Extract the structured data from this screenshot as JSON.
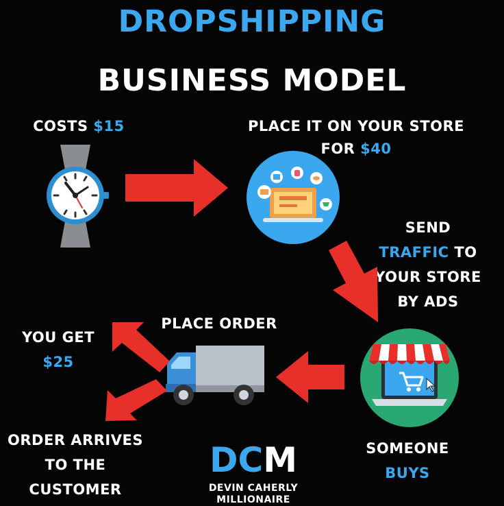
{
  "title": {
    "line1": "DROPSHIPPING",
    "line2": "BUSINESS MODEL"
  },
  "steps": {
    "cost": {
      "prefix": "COSTS ",
      "amount": "$15"
    },
    "store": {
      "line1": "PLACE IT ON YOUR STORE",
      "line2_prefix": "FOR ",
      "amount": "$40"
    },
    "traffic": {
      "line1": "SEND",
      "line2_highlight": "TRAFFIC",
      "line2_suffix": " TO",
      "line3": "YOUR STORE",
      "line4": "BY ADS"
    },
    "buys": {
      "line1": "SOMEONE",
      "line2": "BUYS"
    },
    "order": {
      "label": "PLACE ORDER"
    },
    "profit": {
      "line1": "YOU GET",
      "amount": "$25"
    },
    "arrival": {
      "line1": "ORDER ARRIVES",
      "line2": "TO THE",
      "line3": "CUSTOMER"
    }
  },
  "brand": {
    "d": "D",
    "c": "C",
    "m": "M",
    "subtitle": "DEVIN CAHERLY MILLIONAIRE"
  },
  "colors": {
    "accent_blue": "#3aa7ee",
    "arrow_red": "#e8302b",
    "background": "#050505",
    "text": "#ffffff"
  },
  "icons": [
    "wristwatch-icon",
    "online-store-icon",
    "shop-laptop-icon",
    "delivery-truck-icon"
  ]
}
